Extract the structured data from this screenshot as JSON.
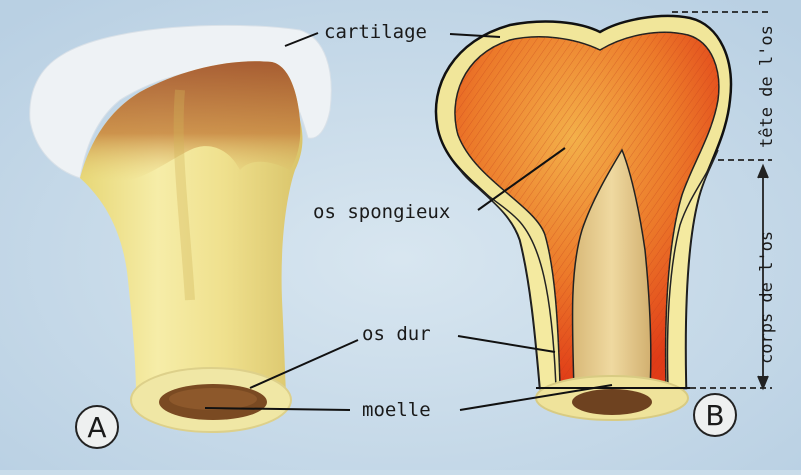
{
  "labels": {
    "cartilage": "cartilage",
    "os_spongieux": "os spongieux",
    "os_dur": "os dur",
    "moelle": "moelle",
    "tete_de_los": "tête de l'os",
    "corps_de_los": "corps de l'os"
  },
  "badges": {
    "a": "A",
    "b": "B"
  },
  "colors": {
    "background": "#c9dcea",
    "cartilage": "#eef2f5",
    "bone_yellow": "#f1e69a",
    "bone_brown": "#b86a2e",
    "spongy_red": "#e8501e",
    "spongy_orange": "#f0a040",
    "marrow": "#e8cf8e",
    "marrow_dark": "#7a4a22"
  }
}
